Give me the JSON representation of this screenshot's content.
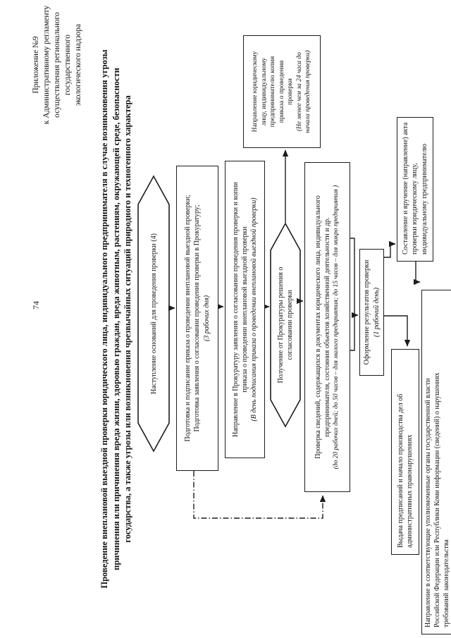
{
  "page": {
    "number": "74",
    "appendix": [
      "Приложение №9",
      "к Административному регламенту",
      "осуществления регионального",
      "государственного",
      "экологического надзора"
    ],
    "title": [
      "Проведение внеплановой выездной проверки юридического лица, индивидуального предпринимателя в случае возникновения угрозы",
      "причинения или причинения вреда жизни, здоровью граждан, вреда животным, растениям, окружающей среде, безопасности",
      "государства, а также угрозы или возникновения чрезвычайных ситуаций природного и техногенного характера"
    ]
  },
  "flowchart": {
    "start_event": {
      "line1": "Наступление оснований для проведения  проверки (4)"
    },
    "prepare_order": {
      "line1": "Подготовка и подписание приказа о проведении внеплановой выездной проверки;",
      "line2": "Подготовка заявления о согласовании проведения проверки в Прокуратуру;",
      "line3": "(3 рабочих дня)"
    },
    "send_to_prosecutor": {
      "line1": "Направление в Прокуратуру заявления о согласовании проведения проверки и копии",
      "line2": "приказа о проведении внеплановой выездной проверки",
      "line3": "(В день подписания приказа о проведении внеплановой выездной проверки)"
    },
    "notify_entity": {
      "line1": "Направление юридическому",
      "line2": "лицу, индивидуальному",
      "line3": "предпринимателю копии",
      "line4": "приказа о проведении",
      "line5": "проверки",
      "line6": "(Не менее чем за 24 часа до",
      "line7": "начала проведения проверки)"
    },
    "receive_decision": {
      "line1": "Получение от Прокуратуры решения о",
      "line2": "согласовании проверки"
    },
    "inspection": {
      "line1": "Проверка сведений, содержащихся в документах юридического лица, индивидуального",
      "line2": "предпринимателя, состояния объектов хозяйственной деятельности и др.",
      "line3": "(до 20 рабочих дней; до 50 часов – для малого предприятия; до 15 часов – для микро предприятия )"
    },
    "results": {
      "line1": "Оформление результатов проверки",
      "line2": "(1 рабочий день)"
    },
    "act_delivery": {
      "line1": "Составление и вручение (направление) акта",
      "line2": "проверки юридическому лицу,",
      "line3": "индивидуальному предпринимателю"
    },
    "prescriptions": {
      "line1": "Выдача предписаний и начало производства дел об",
      "line2": "административных правонарушениях"
    },
    "inform_authorities": {
      "line1": "Направление в соответствующие уполномоченные органы государственной власти",
      "line2": "Российской Федерации или Республики Коми информации (сведений) о нарушениях",
      "line3": "требований законодательства"
    }
  }
}
